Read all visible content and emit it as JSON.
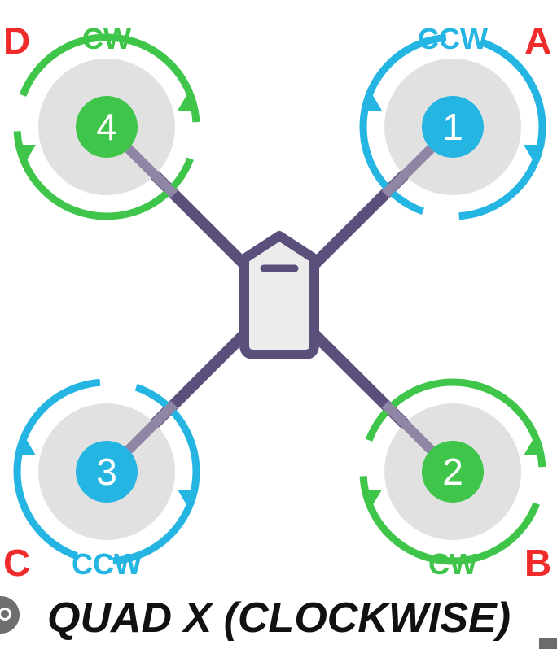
{
  "title": "QUAD X (CLOCKWISE)",
  "colors": {
    "cw": "#3fc54a",
    "ccw": "#25b5e3",
    "corner": "#ef2b2b",
    "frame": "#5b4f7c",
    "frame_light": "#8e86a4",
    "body_fill": "#ececec",
    "prop_disc": "#e1e1e1"
  },
  "motors": [
    {
      "id": "motor-1",
      "number": "1",
      "direction": "CCW",
      "corner": "A",
      "position": "top-right"
    },
    {
      "id": "motor-2",
      "number": "2",
      "direction": "CW",
      "corner": "B",
      "position": "bottom-right"
    },
    {
      "id": "motor-3",
      "number": "3",
      "direction": "CCW",
      "corner": "C",
      "position": "bottom-left"
    },
    {
      "id": "motor-4",
      "number": "4",
      "direction": "CW",
      "corner": "D",
      "position": "top-left"
    }
  ]
}
